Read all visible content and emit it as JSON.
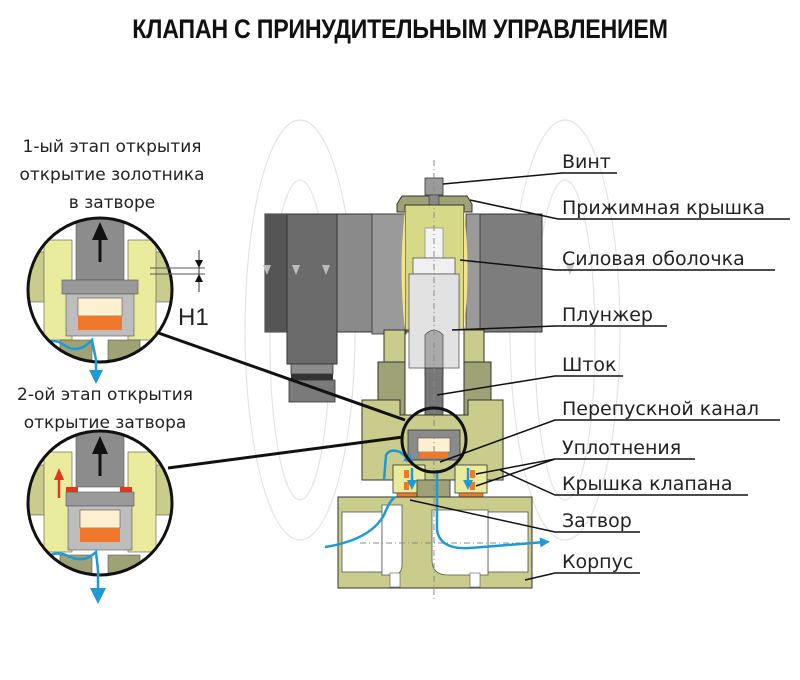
{
  "title": "КЛАПАН С ПРИНУДИТЕЛЬНЫМ УПРАВЛЕНИЕМ",
  "stage1": {
    "lines": [
      "1-ый этап открытия",
      "открытие золотника",
      "в затворе"
    ],
    "dimension_label": "H1"
  },
  "stage2": {
    "lines": [
      "2-ой этап открытия",
      "открытие затвора"
    ]
  },
  "labels": [
    "Винт",
    "Прижимная крышка",
    "Силовая оболочка",
    "Плунжер",
    "Шток",
    "Перепускной канал",
    "Уплотнения",
    "Крышка клапана",
    "Затвор",
    "Корпус"
  ],
  "colors": {
    "body_olive": "#c9cc8a",
    "body_dark_olive": "#9ea276",
    "inner_yellow": "#e8ec9c",
    "seal_orange": "#f0782a",
    "coil_gray": "#6b6b6b",
    "flow_blue": "#1e9ad6",
    "open_arrow_red": "#e8361c"
  }
}
